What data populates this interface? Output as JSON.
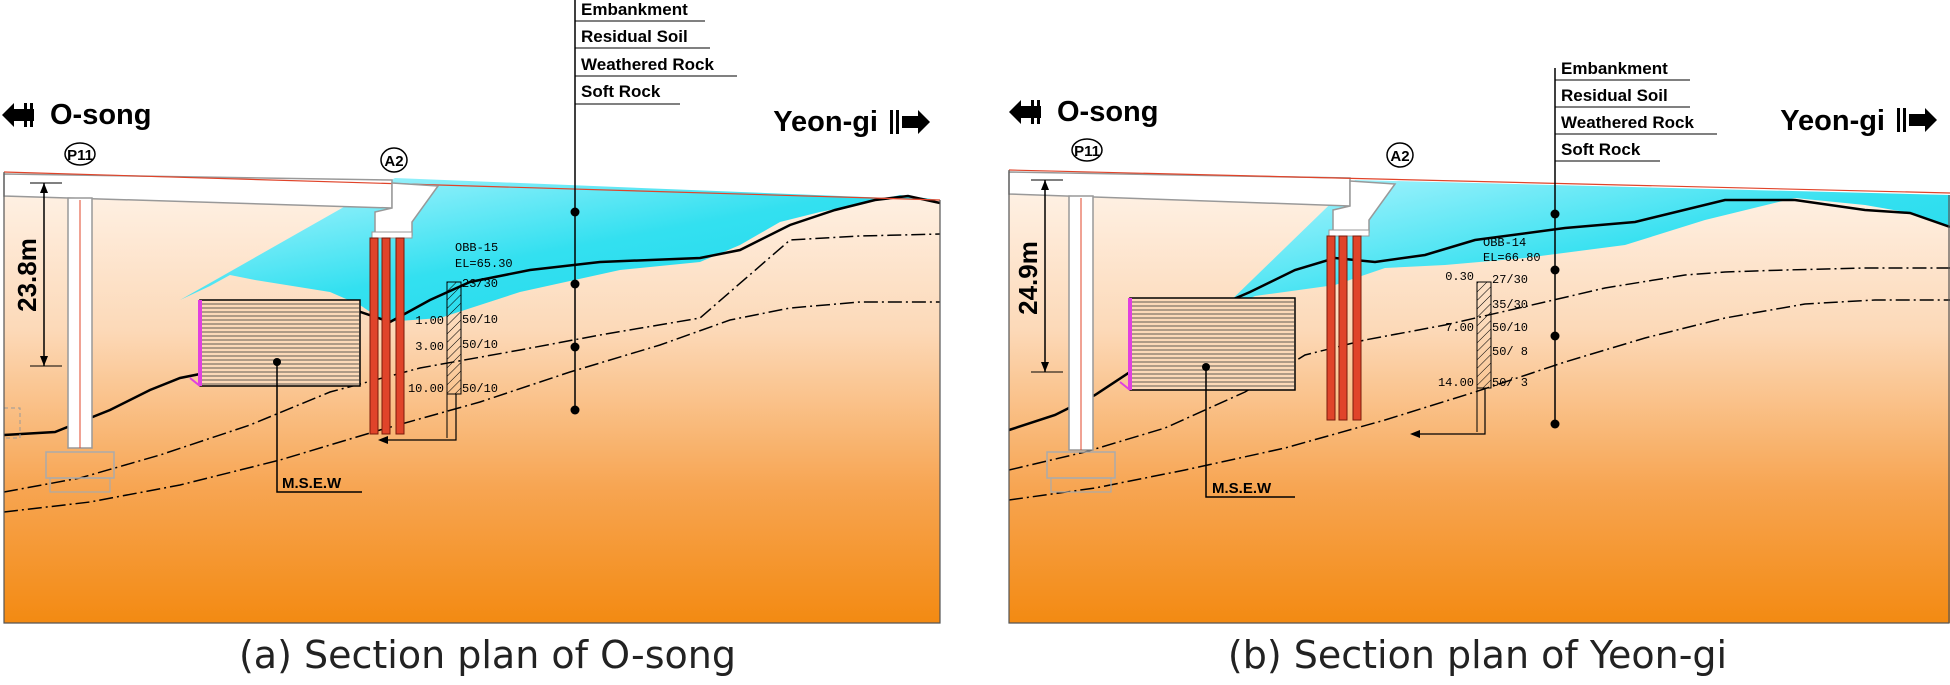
{
  "panels": [
    {
      "caption": "(a) Section plan of O-song",
      "left_direction": "O-song",
      "right_direction": "Yeon-gi",
      "pier_label": "P11",
      "abutment_label": "A2",
      "height_label": "23.8m",
      "wall_label": "M.S.E.W",
      "layers": [
        "Embankment",
        "Residual Soil",
        "Weathered Rock",
        "Soft Rock"
      ],
      "borehole": {
        "name": "OBB-15",
        "elevation": "EL=65.30",
        "depths": [
          "1.00",
          "3.00",
          "10.00"
        ],
        "n_values": [
          "23/30",
          "50/10",
          "50/10",
          "50/10"
        ]
      }
    },
    {
      "caption": "(b) Section plan of Yeon-gi",
      "left_direction": "O-song",
      "right_direction": "Yeon-gi",
      "pier_label": "P11",
      "abutment_label": "A2",
      "height_label": "24.9m",
      "wall_label": "M.S.E.W",
      "layers": [
        "Embankment",
        "Residual Soil",
        "Weathered Rock",
        "Soft Rock"
      ],
      "borehole": {
        "name": "OBB-14",
        "elevation": "EL=66.80",
        "depths": [
          "0.30",
          "7.00",
          "14.00"
        ],
        "n_values": [
          "27/30",
          "35/30",
          "50/10",
          "50/ 8",
          "50/ 3"
        ]
      }
    }
  ],
  "colors": {
    "embankment": "#33e0f0",
    "residual_soil": "#fbe3cf",
    "deep_soil": "#f6901c",
    "pile": "#e0442a",
    "wall_face": "#e040e0",
    "line": "#000000"
  }
}
